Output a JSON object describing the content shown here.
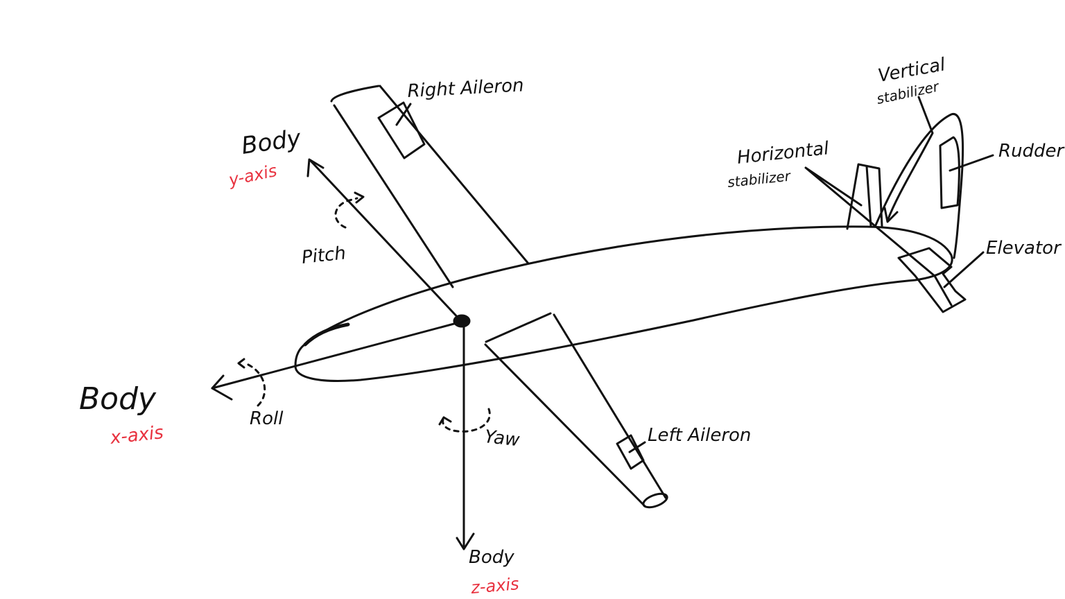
{
  "colors": {
    "ink": "#111111",
    "axis_label": "#e8323f",
    "background": "#ffffff"
  },
  "axes": {
    "x": {
      "name": "Body",
      "axis": "x-axis",
      "rotation": "Roll"
    },
    "y": {
      "name": "Body",
      "axis": "y-axis",
      "rotation": "Pitch"
    },
    "z": {
      "name": "Body",
      "axis": "z-axis",
      "rotation": "Yaw"
    }
  },
  "parts": {
    "right_aileron": "Right Aileron",
    "left_aileron": "Left Aileron",
    "vertical_stabilizer_line1": "Vertical",
    "vertical_stabilizer_line2": "stabilizer",
    "horizontal_stabilizer_line1": "Horizontal",
    "horizontal_stabilizer_line2": "stabilizer",
    "rudder": "Rudder",
    "elevator": "Elevator"
  }
}
